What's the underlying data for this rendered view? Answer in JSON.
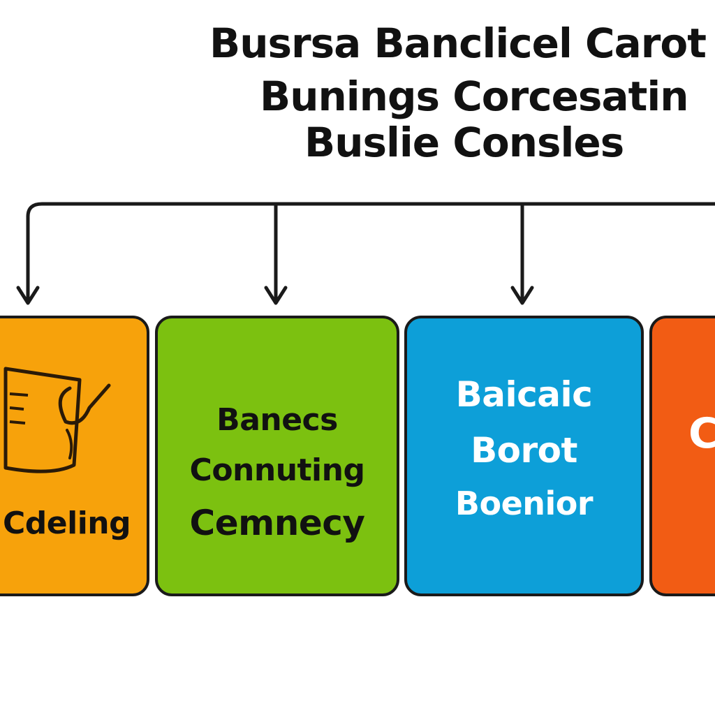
{
  "title": {
    "line1": "Busrsa Banclicel Carot",
    "line2": "Bunings Corcesatin",
    "line3": "Buslie Consles"
  },
  "boxes": [
    {
      "color": "#f7a20b",
      "icon": "money-check-icon",
      "lines": [
        "Cdeling"
      ]
    },
    {
      "color": "#7cc110",
      "lines": [
        "Banecs",
        "Connuting",
        "Cemnecy"
      ]
    },
    {
      "color": "#0d9fd8",
      "lines": [
        "Baicaic",
        "Borot",
        "Boenior"
      ]
    },
    {
      "color": "#f25c14",
      "lines": [
        "C"
      ]
    }
  ],
  "colors": {
    "outline": "#1a1a1a",
    "title_text": "#111111"
  }
}
